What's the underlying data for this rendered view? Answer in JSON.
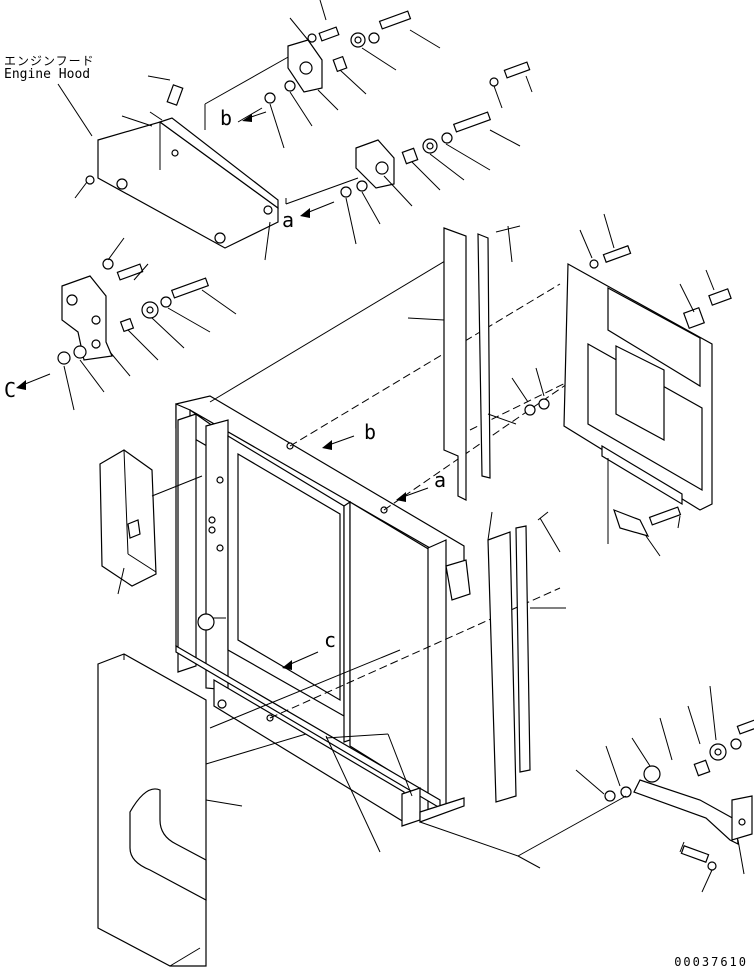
{
  "labels": {
    "engine_hood_jp": "エンジンフード",
    "engine_hood_en": "Engine Hood",
    "ref_a": "a",
    "ref_b": "b",
    "ref_c": "c",
    "ref_c_upper": "C",
    "drawing_number": "00037610"
  }
}
